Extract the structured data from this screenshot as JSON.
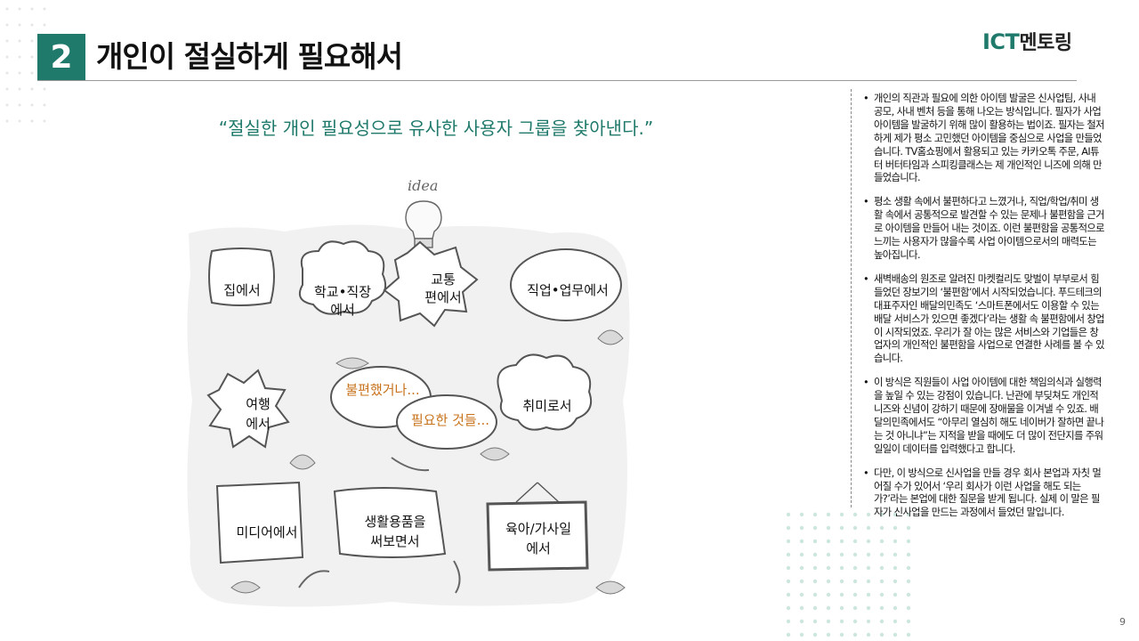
{
  "header": {
    "number": "2",
    "title": "개인이 절실하게 필요해서"
  },
  "logo": {
    "ict": "ICT",
    "mentoring": "멘토링"
  },
  "quote": "“절실한 개인 필요성으로 유사한 사용자 그룹을 찾아낸다.”",
  "illustration": {
    "idea": "idea",
    "labels": {
      "home": "집에서",
      "school_work_1": "학교•직장",
      "school_work_2": "에서",
      "traffic_1": "교통",
      "traffic_2": "편에서",
      "job": "직업•업무에서",
      "travel_1": "여행",
      "travel_2": "에서",
      "inconvenient": "불편했거나...",
      "needed": "필요한 것들...",
      "hobby": "취미로서",
      "media": "미디어에서",
      "goods_1": "생활용품을",
      "goods_2": "써보면서",
      "childcare_1": "육아/가사일",
      "childcare_2": "에서"
    }
  },
  "bullets": [
    "개인의 직관과 필요에 의한 아이템 발굴은 신사업팀, 사내 공모, 사내 벤처 등을 통해 나오는 방식입니다. 필자가 사업 아이템을 발굴하기 위해 많이 활용하는 법이죠. 필자는 철저하게 제가 평소 고민했던 아이템을 중심으로 사업을 만들었습니다. TV홈쇼핑에서 활용되고 있는 카카오톡 주문, AI튜터 버터타임과 스피킹클래스는 제 개인적인 니즈에 의해 만들었습니다.",
    "평소 생활 속에서 불편하다고 느꼈거나, 직업/학업/취미 생활 속에서 공통적으로 발견할 수 있는 문제나 불편함을 근거로 아이템을 만들어 내는 것이죠. 이런 불편함을 공통적으로 느끼는 사용자가 많을수록 사업 아이템으로서의 매력도는 높아집니다.",
    "새벽배송의 원조로 알려진 마켓컬리도 맞벌이 부부로서 힘들었던 장보기의 ‘불편함’에서 시작되었습니다. 푸드테크의 대표주자인 배달의민족도 ‘스마트폰에서도 이용할 수 있는 배달 서비스가 있으면 좋겠다’라는 생활 속 불편함에서 창업이 시작되었죠. 우리가 잘 아는 많은 서비스와 기업들은 창업자의 개인적인 불편함을 사업으로 연결한 사례를 볼 수 있습니다.",
    "이 방식은 직원들이 사업 아이템에 대한 책임의식과 실행력을 높일 수 있는 강점이 있습니다. 난관에 부딪쳐도 개인적 니즈와 신념이 강하기 때문에 장애물을 이겨낼 수 있죠. 배달의민족에서도 “아무리 열심히 해도 네이버가 잘하면 끝나는 것 아니냐”는 지적을 받을 때에도 더 많이 전단지를 주워 일일이 데이터를 입력했다고 합니다.",
    "다만, 이 방식으로 신사업을 만들 경우 회사 본업과 자칫 멀어질 수가 있어서 ‘우리 회사가 이런 사업을 해도 되는가?’라는 본업에 대한 질문을 받게 됩니다. 실제 이 말은 필자가 신사업을 만드는 과정에서 들었던 말입니다."
  ],
  "page_number": "9"
}
